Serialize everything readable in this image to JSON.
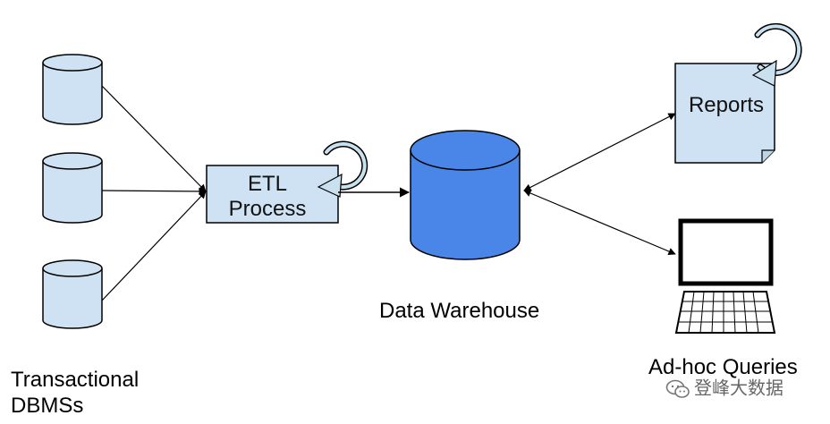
{
  "labels": {
    "sources": [
      "Transactional",
      "DBMSs"
    ],
    "etl": [
      "ETL",
      "Process"
    ],
    "warehouse": "Data Warehouse",
    "reports": "Reports",
    "adhoc": "Ad-hoc Queries"
  },
  "watermark": {
    "text": "登峰大数据",
    "icon": "wechat-icon"
  },
  "colors": {
    "source_db_fill": "#cfe2f3",
    "box_fill": "#cfe2f3",
    "warehouse_fill": "#4a86e8",
    "outline": "#000000"
  },
  "icons": {
    "refresh": "circular-arrow-icon",
    "monitor": "computer-monitor-icon",
    "keyboard": "keyboard-icon"
  }
}
